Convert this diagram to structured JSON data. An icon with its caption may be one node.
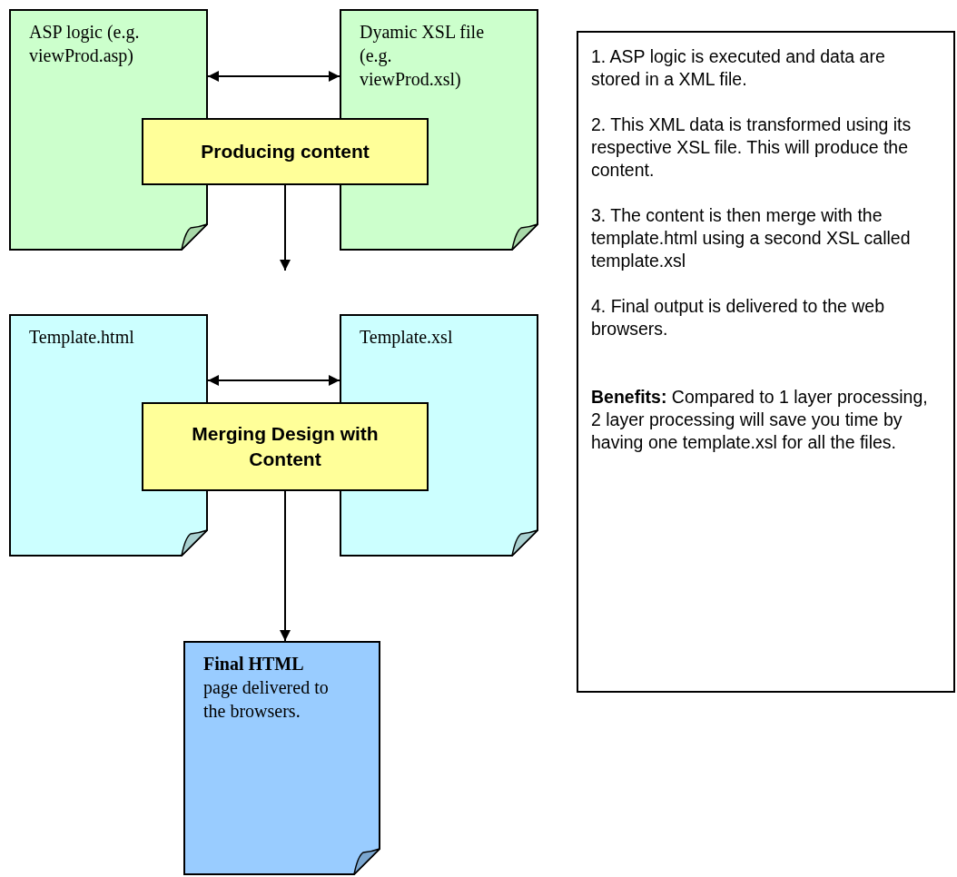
{
  "diagram": {
    "nodes": [
      {
        "text": [
          "ASP logic (e.g. viewProd.asp)"
        ]
      },
      {
        "text": [
          "Dyamic XSL file (e.g. viewProd.xsl)"
        ]
      },
      {
        "text": [
          "Producing content"
        ]
      },
      {
        "text": [
          "Template.html"
        ]
      },
      {
        "text": [
          "Template.xsl"
        ]
      },
      {
        "text": [
          "Merging Design with Content"
        ]
      },
      {
        "text": [
          "**Final HTML** page delivered to the browsers."
        ]
      },
      {
        "text": [
          "1. ASP logic is executed and data are stored in a XML file.",
          "2. This XML data is transformed using its respective XSL file. This will produce the content.",
          "3. The content is then merge with the template.html using a second XSL called template.xsl",
          "4. Final output is delivered to the web browsers.",
          "**Benefits:** Compared to 1 layer processing, 2 layer processing will save you time by having one template.xsl for all the files."
        ]
      }
    ],
    "edges": [
      {
        "from": 0,
        "to": 1,
        "arrow": "both"
      },
      {
        "from": 2,
        "to": null,
        "arrow": "to"
      },
      {
        "from": 3,
        "to": 4,
        "arrow": "both"
      },
      {
        "from": 5,
        "to": 6,
        "arrow": "to"
      }
    ]
  }
}
